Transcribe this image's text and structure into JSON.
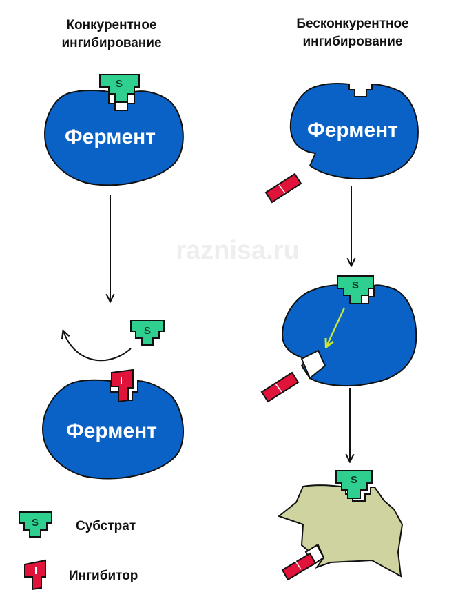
{
  "headings": {
    "competitive_line1": "Конкурентное",
    "competitive_line2": "ингибирование",
    "noncompetitive_line1": "Бесконкурентное",
    "noncompetitive_line2": "ингибирование"
  },
  "enzyme_label": "Фермент",
  "substrate_letter": "S",
  "watermark": "raznisa.ru",
  "legend": {
    "substrate": "Субстрат",
    "inhibitor": "Ингибитор"
  },
  "colors": {
    "enzyme": "#0a62c6",
    "enzyme_inactive": "#cfd3a0",
    "substrate": "#2fcf90",
    "inhibitor": "#e0143b",
    "arrow": "#111111",
    "conformation_arrow": "#c8e63a"
  }
}
